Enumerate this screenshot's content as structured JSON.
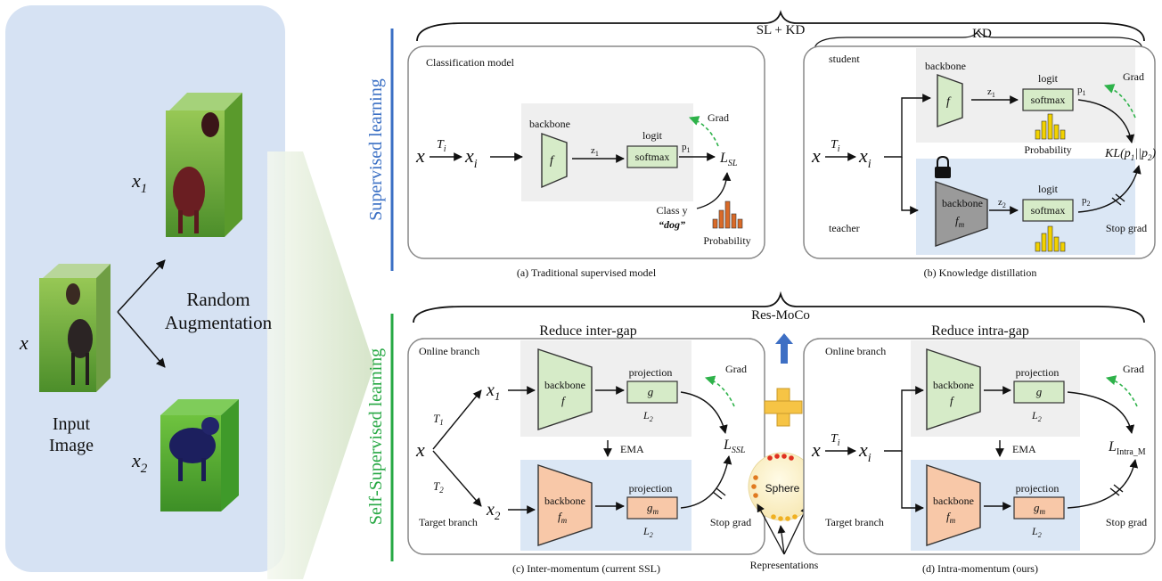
{
  "left_panel": {
    "x_label": "x",
    "x1_label": "x",
    "x1_sub": "1",
    "x2_label": "x",
    "x2_sub": "2",
    "aug_line1": "Random",
    "aug_line2": "Augmentation",
    "input_line1": "Input",
    "input_line2": "Image"
  },
  "braces": {
    "top": "SL + KD",
    "kd": "KD",
    "res_moco": "Res-MoCo",
    "inter_gap": "Reduce inter-gap",
    "intra_gap": "Reduce intra-gap"
  },
  "sections": {
    "supervised": "Supervised learning",
    "self_supervised": "Self-Supervised learning"
  },
  "panel_a": {
    "title": "Classification model",
    "caption": "(a) Traditional supervised model",
    "x": "x",
    "t": "T",
    "t_sub": "i",
    "xi": "x",
    "xi_sub": "i",
    "backbone": "backbone",
    "f": "f",
    "z": "z",
    "z_sub": "1",
    "logit": "logit",
    "softmax": "softmax",
    "p": "p",
    "p_sub": "1",
    "loss": "L",
    "loss_sub": "SL",
    "grad": "Grad",
    "class_y": "Class y",
    "dog": "“dog”",
    "probability": "Probability"
  },
  "panel_b": {
    "caption": "(b) Knowledge distillation",
    "student": "student",
    "teacher": "teacher",
    "x": "x",
    "t": "T",
    "t_sub": "i",
    "xi": "x",
    "xi_sub": "i",
    "backbone": "backbone",
    "f": "f",
    "fm": "f",
    "fm_sub": "m",
    "z1": "z",
    "z1_sub": "1",
    "z2": "z",
    "z2_sub": "2",
    "logit": "logit",
    "softmax": "softmax",
    "p1": "p",
    "p1_sub": "1",
    "p2": "p",
    "p2_sub": "2",
    "probability": "Probability",
    "grad": "Grad",
    "kl": "KL(p",
    "kl_mid": "1",
    "kl_bar": "||p",
    "kl_sub2": "2",
    "kl_end": ")",
    "stop_grad": "Stop grad"
  },
  "panel_c": {
    "caption": "(c) Inter-momentum (current SSL)",
    "online": "Online branch",
    "target": "Target branch",
    "x": "x",
    "t1": "T",
    "t1_sub": "1",
    "t2": "T",
    "t2_sub": "2",
    "x1": "x",
    "x1_sub": "1",
    "x2": "x",
    "x2_sub": "2",
    "backbone": "backbone",
    "f": "f",
    "fm": "f",
    "fm_sub": "m",
    "projection": "projection",
    "g": "g",
    "gm": "g",
    "gm_sub": "m",
    "l2": "L",
    "l2_sub": "2",
    "ema": "EMA",
    "grad": "Grad",
    "loss": "L",
    "loss_sub": "SSL",
    "stop_grad": "Stop grad"
  },
  "panel_d": {
    "caption": "(d) Intra-momentum (ours)",
    "online": "Online branch",
    "target": "Target branch",
    "x": "x",
    "t": "T",
    "t_sub": "i",
    "xi": "x",
    "xi_sub": "i",
    "backbone": "backbone",
    "f": "f",
    "fm": "f",
    "fm_sub": "m",
    "projection": "projection",
    "g": "g",
    "gm": "g",
    "gm_sub": "m",
    "l2": "L",
    "l2_sub": "2",
    "ema": "EMA",
    "grad": "Grad",
    "loss": "L",
    "loss_sub": "Intra_M",
    "stop_grad": "Stop grad"
  },
  "center": {
    "sphere": "Sphere",
    "representations": "Representations"
  },
  "colors": {
    "supervised_line": "#3a6fc4",
    "ssl_line": "#27a844",
    "left_panel_bg": "#d6e2f3",
    "gray_box": "#efefef",
    "blue_box": "#dbe7f5",
    "green_fill": "#d6ebc8",
    "orange_fill": "#f8c8a8",
    "teacher_fill": "#9a9a9a",
    "bar_orange": "#d96a28",
    "bar_yellow": "#f2d200",
    "grad_arrow": "#2eb24a",
    "plus": "#f6c445",
    "up_arrow": "#3e6fc4"
  },
  "icons": {
    "lock": "lock-icon",
    "plus": "plus-icon",
    "up_arrow": "up-arrow-icon"
  }
}
